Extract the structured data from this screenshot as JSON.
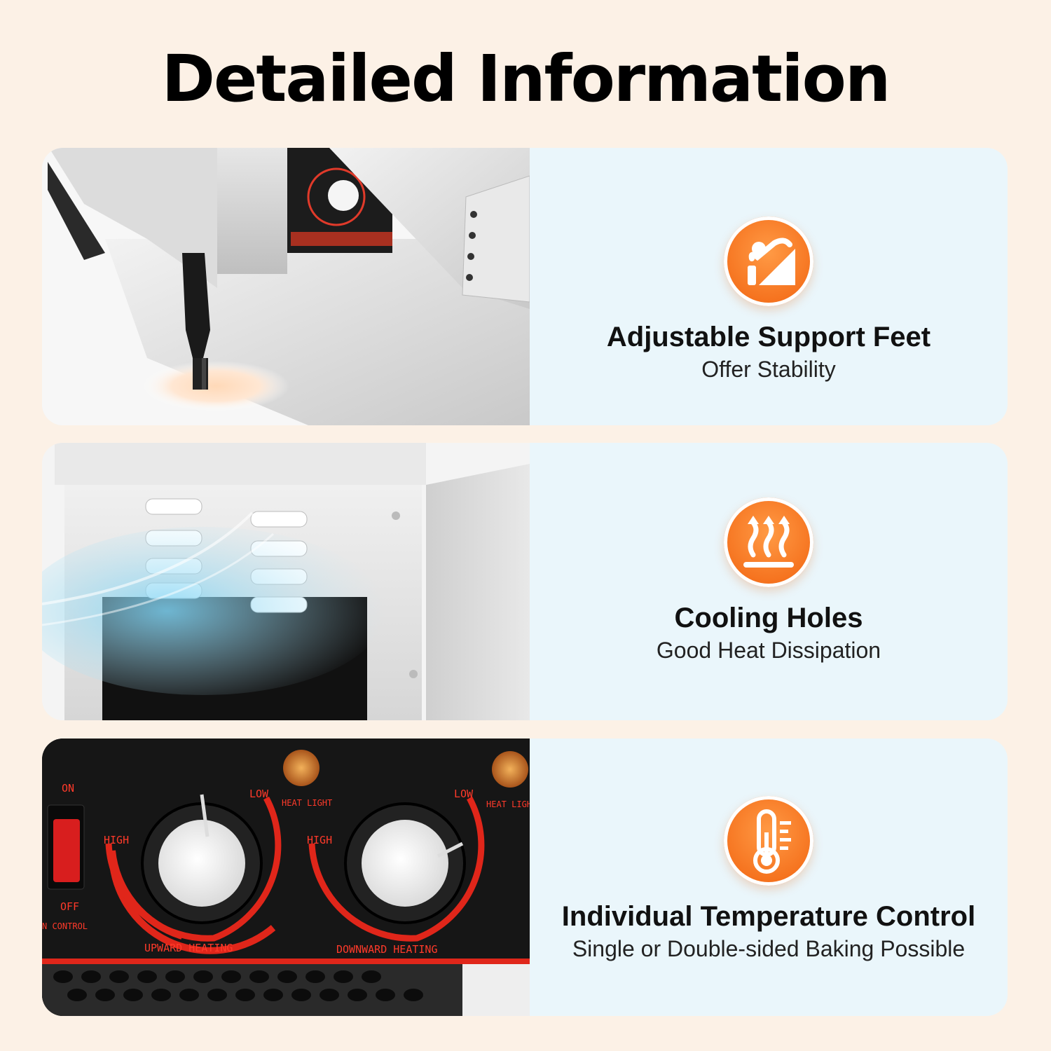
{
  "title": "Detailed Information",
  "features": [
    {
      "title": "Adjustable Support Feet",
      "subtitle": "Offer Stability",
      "icon": "adjustable-feet-icon"
    },
    {
      "title": "Cooling Holes",
      "subtitle": "Good Heat Dissipation",
      "icon": "heat-waves-icon"
    },
    {
      "title": "Individual Temperature Control",
      "subtitle": "Single or Double-sided Baking Possible",
      "icon": "thermometer-icon"
    }
  ],
  "control_panel": {
    "switch_on": "ON",
    "switch_off": "OFF",
    "switch_label": "N CONTROL",
    "knob1_label": "UPWARD HEATING",
    "knob2_label": "DOWNWARD HEATING",
    "high": "HIGH",
    "low": "LOW",
    "heat_light": "HEAT LIGHT",
    "heat_light_cut": "HEAT LIGH"
  },
  "colors": {
    "background": "#fcf1e6",
    "card": "#eaf6fb",
    "accent": "#f5721e",
    "panel_red": "#ff3a2a"
  }
}
